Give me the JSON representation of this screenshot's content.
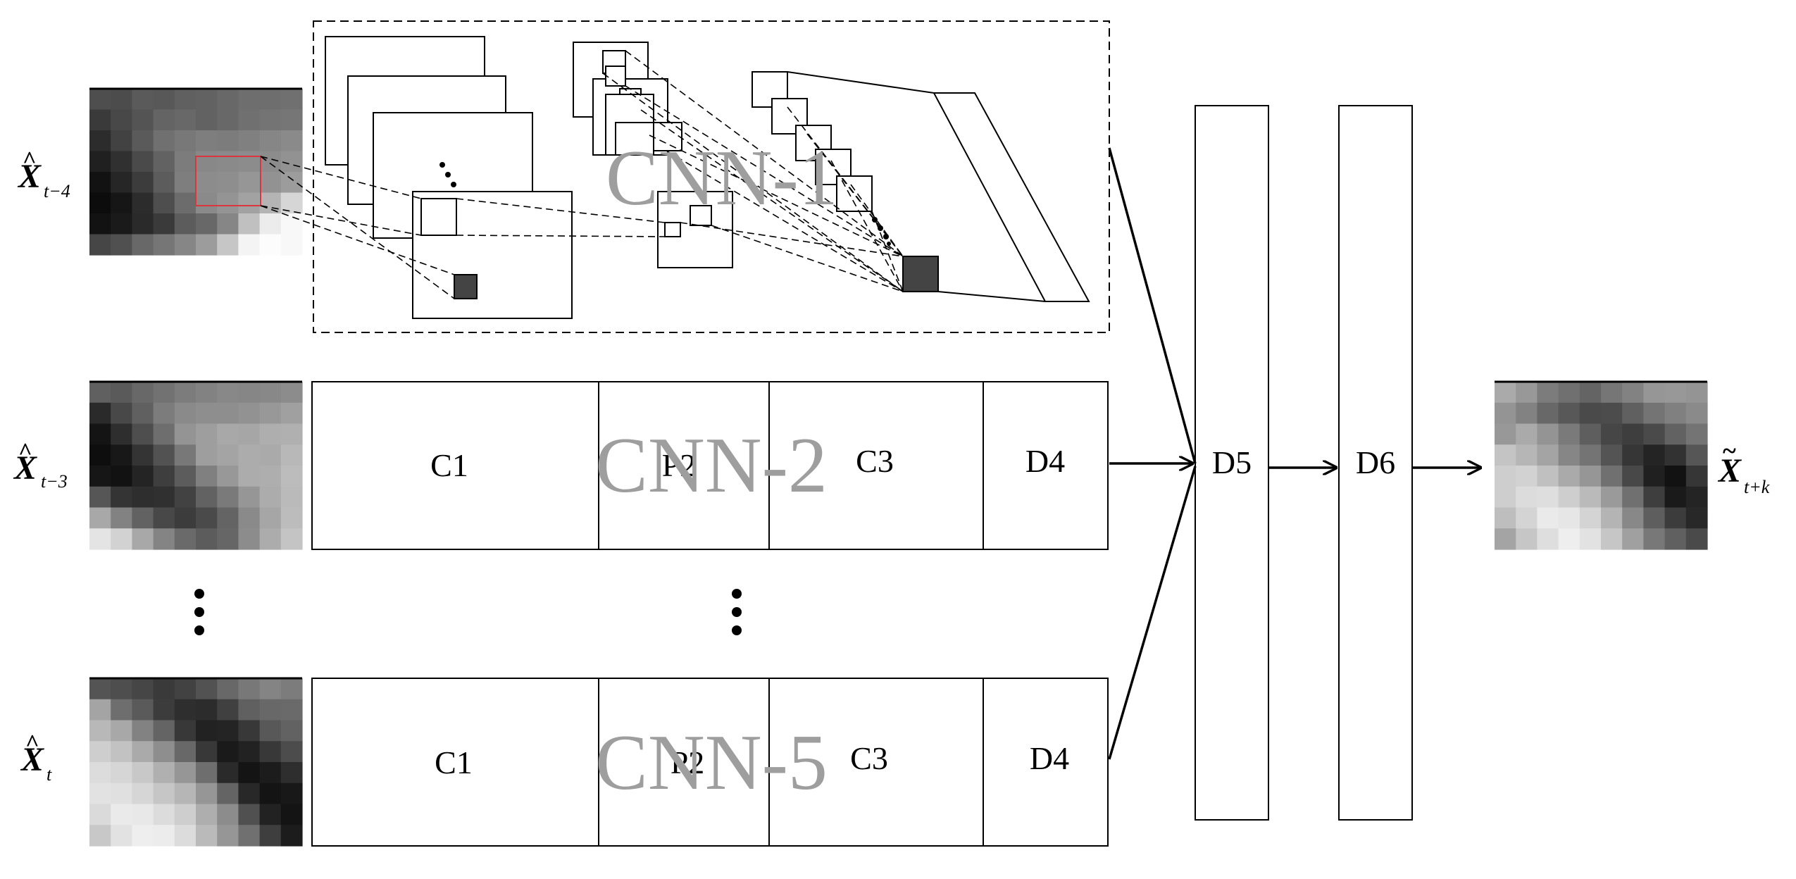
{
  "diagram": {
    "inputs": [
      {
        "symbol": "X",
        "accent": "^",
        "subscript": "t−4"
      },
      {
        "symbol": "X",
        "accent": "^",
        "subscript": "t−3"
      },
      {
        "symbol": "X",
        "accent": "^",
        "subscript": "t"
      }
    ],
    "output": {
      "symbol": "X",
      "accent": "~",
      "subscript": "t+k"
    },
    "cnn_detail_label": "CNN-1",
    "branches": [
      {
        "name": "CNN-2",
        "layers": [
          "C1",
          "P2",
          "C3",
          "D4"
        ]
      },
      {
        "name": "CNN-5",
        "layers": [
          "C1",
          "P2",
          "C3",
          "D4"
        ]
      }
    ],
    "dense_layers": [
      "D5",
      "D6"
    ],
    "ellipsis": "⋮"
  },
  "heatmaps": {
    "t_minus_4": [
      [
        78,
        76,
        90,
        88,
        96,
        98,
        104,
        110,
        110,
        112
      ],
      [
        58,
        72,
        84,
        100,
        104,
        98,
        104,
        112,
        116,
        118
      ],
      [
        44,
        66,
        90,
        112,
        120,
        126,
        124,
        128,
        134,
        138
      ],
      [
        32,
        48,
        74,
        98,
        124,
        136,
        138,
        140,
        140,
        146
      ],
      [
        18,
        38,
        60,
        92,
        126,
        140,
        142,
        150,
        146,
        156
      ],
      [
        12,
        22,
        44,
        78,
        108,
        138,
        148,
        162,
        180,
        214
      ],
      [
        18,
        26,
        42,
        58,
        92,
        104,
        134,
        192,
        236,
        248
      ],
      [
        70,
        80,
        104,
        118,
        134,
        156,
        198,
        244,
        252,
        248
      ]
    ],
    "t_minus_3": [
      [
        96,
        90,
        104,
        114,
        124,
        130,
        136,
        134,
        136,
        140
      ],
      [
        42,
        72,
        96,
        124,
        138,
        142,
        142,
        146,
        152,
        160
      ],
      [
        20,
        46,
        78,
        110,
        148,
        158,
        168,
        166,
        174,
        176
      ],
      [
        14,
        24,
        52,
        82,
        120,
        158,
        164,
        172,
        170,
        184
      ],
      [
        22,
        18,
        36,
        62,
        92,
        128,
        152,
        172,
        174,
        188
      ],
      [
        86,
        52,
        46,
        48,
        66,
        98,
        122,
        150,
        172,
        186
      ],
      [
        168,
        130,
        98,
        72,
        60,
        74,
        100,
        138,
        166,
        188
      ],
      [
        228,
        210,
        168,
        132,
        106,
        92,
        102,
        140,
        172,
        196
      ]
    ],
    "t": [
      [
        84,
        78,
        70,
        58,
        66,
        82,
        104,
        120,
        132,
        124
      ],
      [
        164,
        110,
        90,
        60,
        46,
        44,
        64,
        96,
        104,
        106
      ],
      [
        184,
        168,
        130,
        100,
        56,
        34,
        36,
        56,
        88,
        98
      ],
      [
        206,
        194,
        170,
        142,
        104,
        56,
        26,
        34,
        56,
        76
      ],
      [
        220,
        214,
        200,
        176,
        150,
        110,
        42,
        20,
        28,
        46
      ],
      [
        226,
        224,
        214,
        198,
        182,
        150,
        100,
        40,
        20,
        24
      ],
      [
        218,
        234,
        232,
        220,
        206,
        174,
        140,
        80,
        34,
        20
      ],
      [
        200,
        226,
        238,
        236,
        220,
        186,
        150,
        112,
        62,
        28
      ]
    ],
    "output": [
      [
        170,
        152,
        124,
        112,
        100,
        118,
        130,
        150,
        152,
        148
      ],
      [
        148,
        130,
        104,
        88,
        74,
        76,
        96,
        116,
        128,
        138
      ],
      [
        152,
        170,
        148,
        122,
        94,
        70,
        62,
        74,
        98,
        116
      ],
      [
        196,
        182,
        164,
        134,
        116,
        84,
        54,
        36,
        50,
        86
      ],
      [
        206,
        210,
        192,
        170,
        150,
        112,
        72,
        32,
        18,
        54
      ],
      [
        206,
        220,
        222,
        206,
        186,
        154,
        112,
        62,
        26,
        36
      ],
      [
        190,
        212,
        234,
        230,
        212,
        180,
        136,
        94,
        60,
        40
      ],
      [
        164,
        198,
        222,
        238,
        226,
        198,
        160,
        120,
        96,
        74
      ]
    ]
  },
  "colors": {
    "stroke": "#000000",
    "watermark": "#9e9e9e",
    "highlight": "#d9363e",
    "feature_fill": "#444444"
  }
}
